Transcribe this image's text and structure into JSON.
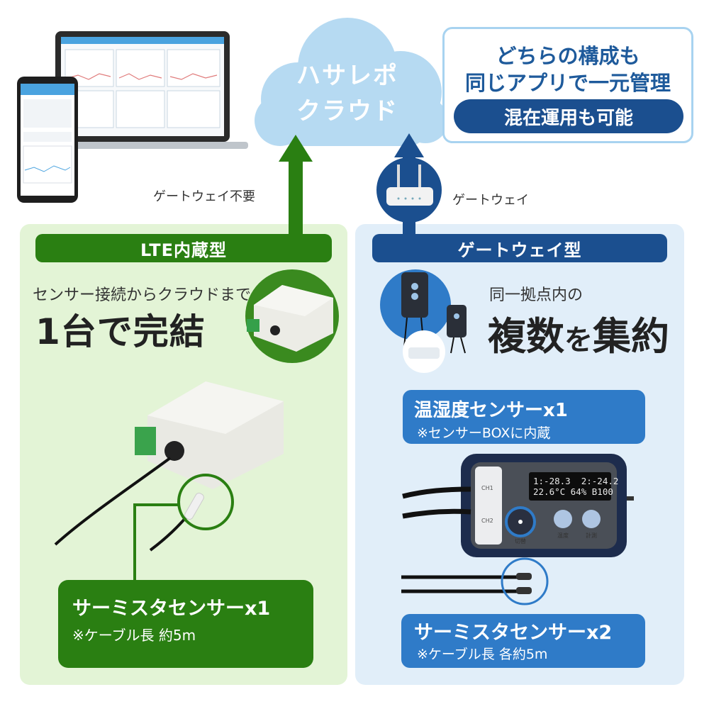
{
  "cloud": {
    "line1": "ハサレポ",
    "line2": "クラウド"
  },
  "top_box": {
    "line1": "どちらの構成も",
    "line2": "同じアプリで一元管理",
    "pill": "混在運用も可能"
  },
  "arrows": {
    "left_label": "ゲートウェイ不要",
    "right_label": "ゲートウェイ"
  },
  "left_panel": {
    "banner": "LTE内蔵型",
    "subtitle": "センサー接続からクラウドまで",
    "headline": "1台で完結",
    "sensor_box": {
      "title": "サーミスタセンサーx1",
      "subtitle": "※ケーブル長 約5m"
    }
  },
  "right_panel": {
    "banner": "ゲートウェイ型",
    "subtitle": "同一拠点内の",
    "headline_a": "複数",
    "headline_b": "を",
    "headline_c": "集約",
    "box1": {
      "title": "温湿度センサーx1",
      "subtitle": "※センサーBOXに内蔵"
    },
    "box2": {
      "title": "サーミスタセンサーx2",
      "subtitle": "※ケーブル長 各約5m"
    },
    "device": {
      "display_line1": "1:-28.3  2:-24.2",
      "display_line2": "22.6°C 64% B100",
      "ch1": "CH1",
      "ch2": "CH2",
      "btn1": "切替",
      "btn2": "温度",
      "btn3": "計測"
    }
  },
  "colors": {
    "green": "#2a7f12",
    "navy": "#1b4f8f",
    "blue": "#2f7bc8",
    "cloud": "#b6daf2"
  }
}
